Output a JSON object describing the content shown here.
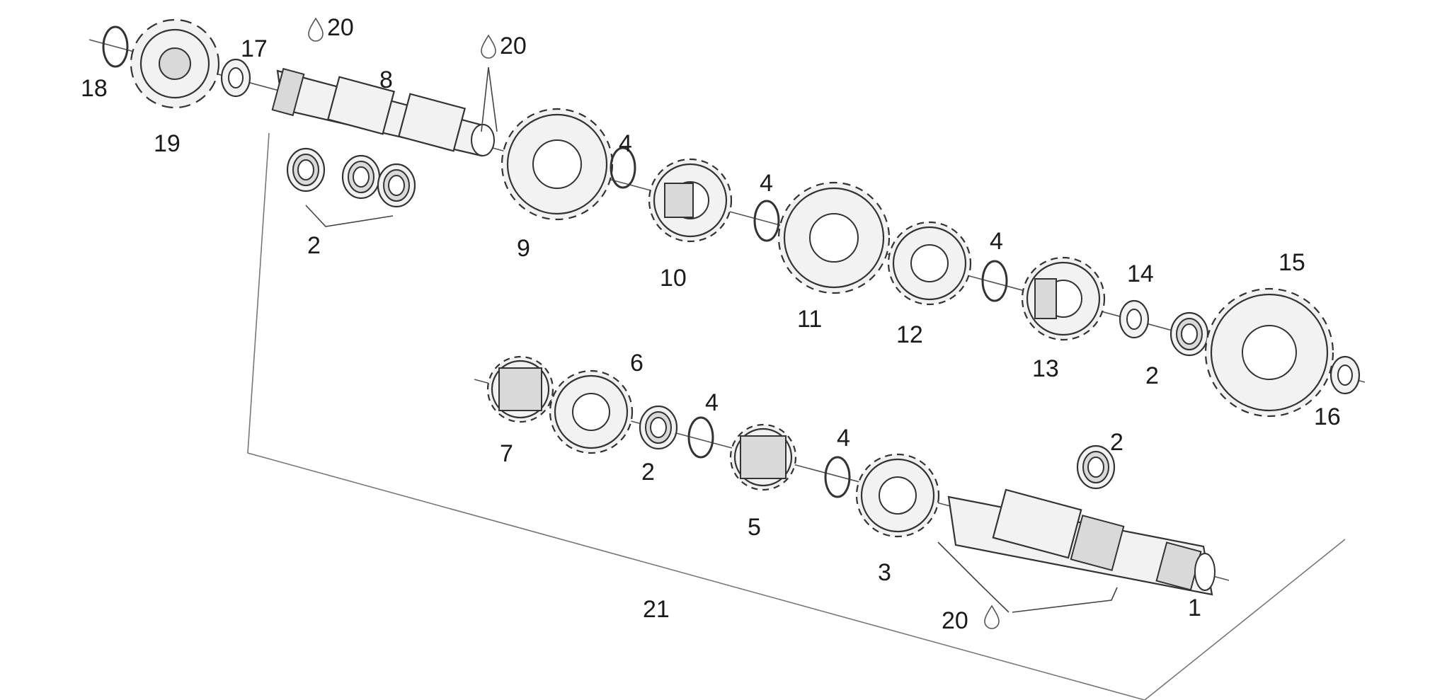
{
  "callouts": {
    "c1": "1",
    "c2a": "2",
    "c2b": "2",
    "c2c": "2",
    "c2d": "2",
    "c3": "3",
    "c4a": "4",
    "c4b": "4",
    "c4c": "4",
    "c4d": "4",
    "c4e": "4",
    "c5": "5",
    "c6": "6",
    "c7": "7",
    "c8": "8",
    "c9": "9",
    "c10": "10",
    "c11": "11",
    "c12": "12",
    "c13": "13",
    "c14": "14",
    "c15": "15",
    "c16": "16",
    "c17": "17",
    "c18": "18",
    "c19": "19",
    "c20a": "20",
    "c20b": "20",
    "c20c": "20",
    "c21": "21"
  },
  "icons": {
    "lubricant": "oil-drop-icon"
  },
  "colors": {
    "line": "#333333",
    "background": "#ffffff"
  }
}
